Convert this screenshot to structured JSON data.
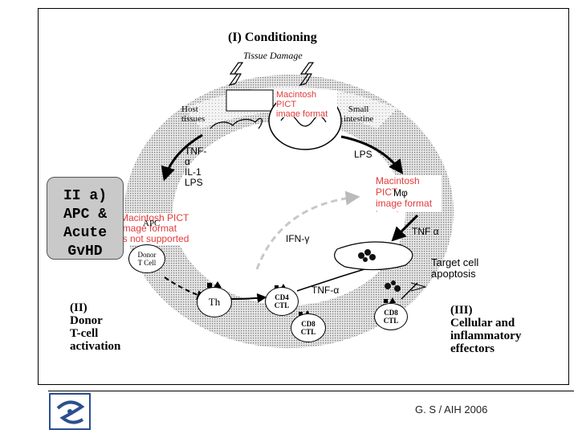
{
  "title": "(I) Conditioning",
  "tissue_damage": "Tissue Damage",
  "host_tissues": [
    "Host",
    "tissues"
  ],
  "small_intestine": [
    "Small",
    "intestine"
  ],
  "tnf_block": [
    "TNF-",
    "α",
    "IL-1",
    "LPS"
  ],
  "lps_right": "LPS",
  "mphi": "Mφ",
  "tnf_alpha_right": "TNF α",
  "apc": "APC",
  "ifn_gamma": "IFN-γ",
  "donor_tcell": [
    "Donor",
    "T Cell"
  ],
  "th": "Th",
  "cd4_ctl": [
    "CD4",
    "CTL"
  ],
  "tnf_alpha_mid": "TNF-α",
  "cd8_ctl_left": [
    "CD8",
    "CTL"
  ],
  "cd8_ctl_right": [
    "CD8",
    "CTL"
  ],
  "target_cell_apoptosis": [
    "Target cell",
    "apoptosis"
  ],
  "section_ii": [
    "(II)",
    "Donor",
    "T-cell",
    "activation"
  ],
  "section_iii": [
    "(III)",
    "Cellular and",
    "inflammatory",
    "effectors"
  ],
  "side_box": [
    "II a)",
    "APC &",
    "Acute",
    "GvHD"
  ],
  "pict_placeholder": [
    "Macintosh PICT",
    "image format",
    "is not supported"
  ],
  "footer": "G. S / AIH 2006",
  "colors": {
    "ring": "#9a9a9a",
    "pict_text": "#e23a3a",
    "side_box_bg": "#c9c9c9"
  }
}
